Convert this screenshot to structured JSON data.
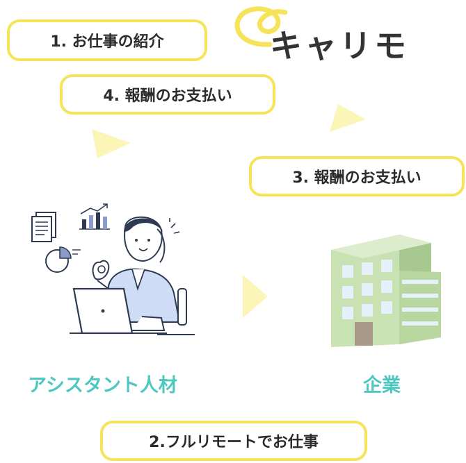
{
  "steps": [
    {
      "id": "step1",
      "label": "1. お仕事の紹介"
    },
    {
      "id": "step4",
      "label": "4. 報酬のお支払い"
    },
    {
      "id": "step3",
      "label": "3. 報酬のお支払い"
    },
    {
      "id": "step2",
      "label": "2.フルリモートでお仕事"
    }
  ],
  "logo": {
    "text": "キャリモ"
  },
  "nodes": {
    "assistant": "アシスタント人材",
    "company": "企業"
  },
  "colors": {
    "pill_border": "#f7e35a",
    "arrow": "#fbf6b8",
    "label_teal": "#4dc7c2",
    "building_light": "#c8e2b4",
    "building_dark": "#a7c98f",
    "illustration_blue": "#cfdcf5",
    "illustration_line": "#2e3a52"
  },
  "icons": [
    "logo-swirl-icon",
    "arrow-right-icon",
    "document-icon",
    "bar-chart-icon",
    "pie-chart-icon",
    "building-icon",
    "person-laptop-icon"
  ]
}
